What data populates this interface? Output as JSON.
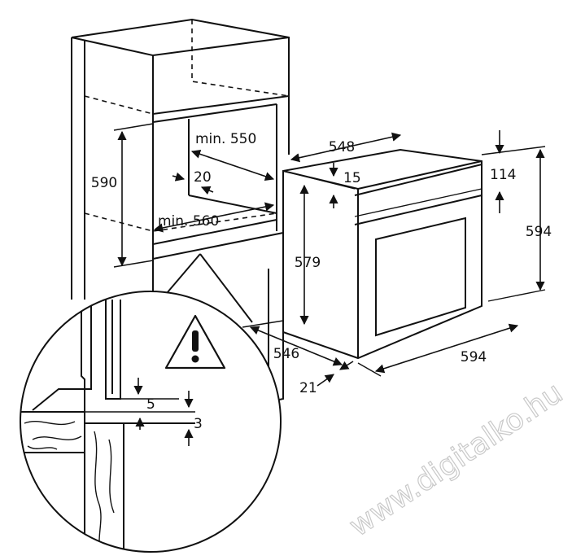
{
  "dimensions": {
    "cabinet_depth_min": "min. 550",
    "cabinet_width_min": "min. 560",
    "niche_height": "590",
    "gap_20": "20",
    "oven_depth": "548",
    "top_offset": "15",
    "oven_body_height": "579",
    "panel_height": "114",
    "oven_height": "594",
    "total_depth": "546",
    "front_thickness": "21",
    "oven_width": "594",
    "detail_gap_5": "5",
    "detail_gap_3": "3"
  },
  "watermark": "www.digitalko.hu",
  "icons": {
    "warning": "warning-triangle-icon"
  }
}
